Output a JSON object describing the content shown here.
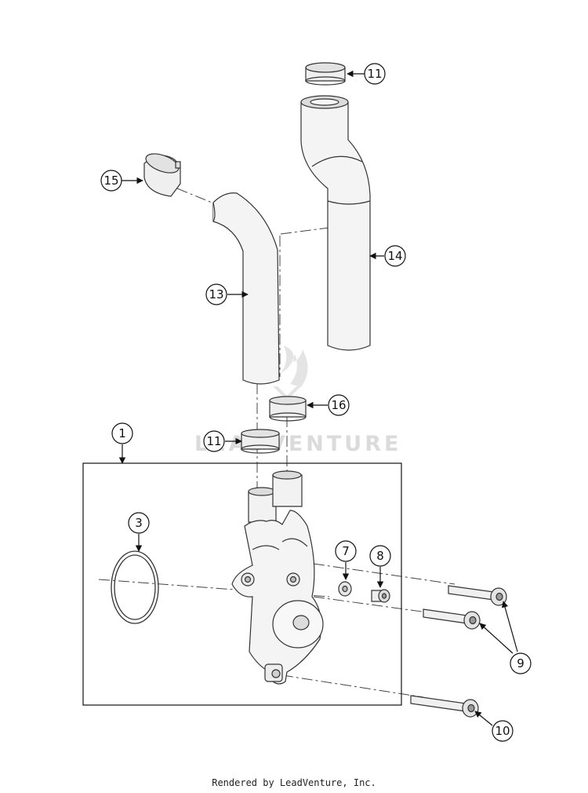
{
  "diagram": {
    "callouts": [
      {
        "id": "callout-11-top",
        "label": "11"
      },
      {
        "id": "callout-15",
        "label": "15"
      },
      {
        "id": "callout-14",
        "label": "14"
      },
      {
        "id": "callout-13",
        "label": "13"
      },
      {
        "id": "callout-16",
        "label": "16"
      },
      {
        "id": "callout-1",
        "label": "1"
      },
      {
        "id": "callout-11-bottom",
        "label": "11"
      },
      {
        "id": "callout-3",
        "label": "3"
      },
      {
        "id": "callout-7",
        "label": "7"
      },
      {
        "id": "callout-8",
        "label": "8"
      },
      {
        "id": "callout-9",
        "label": "9"
      },
      {
        "id": "callout-10",
        "label": "10"
      }
    ],
    "watermark": "LEADVENTURE"
  },
  "footer": {
    "text": "Rendered by LeadVenture, Inc."
  },
  "colors": {
    "line": "#333333",
    "part_fill": "#f4f4f4",
    "shade": "#dcdcdc",
    "background": "#ffffff"
  }
}
